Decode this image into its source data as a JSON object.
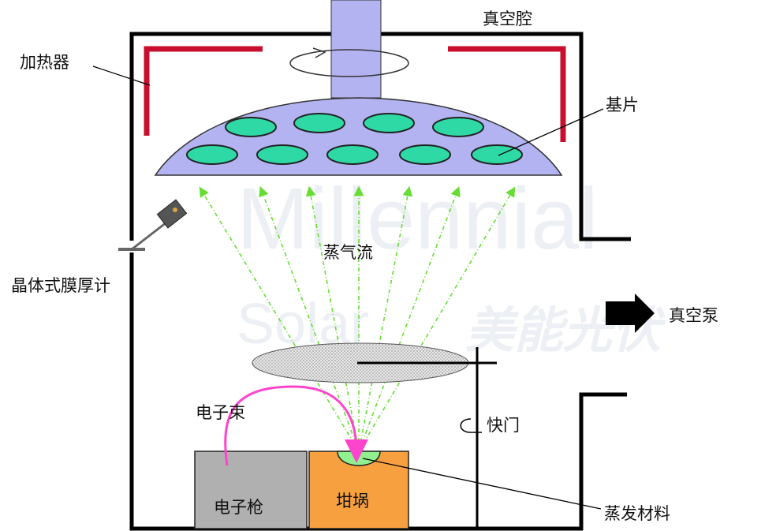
{
  "labels": {
    "vacuum_chamber": "真空腔",
    "heater": "加热器",
    "substrate": "基片",
    "vapor_flow": "蒸气流",
    "thickness_gauge": "晶体式膜厚计",
    "vacuum_pump": "真空泵",
    "electron_beam": "电子束",
    "shutter": "快门",
    "electron_gun": "电子枪",
    "crucible": "坩埚",
    "evaporation_material": "蒸发材料"
  },
  "watermark": {
    "line1": "Millennial",
    "line2": "Solar",
    "cn": "美能光伏"
  },
  "colors": {
    "heater": "#c8102e",
    "substrate_holder": "#b3b3f2",
    "substrate": "#2fd9a6",
    "vapor": "#66dd33",
    "electron_beam": "#ff44cc",
    "gun": "#b0b0b0",
    "crucible": "#f7a040",
    "material": "#90f090",
    "shutter": "#d9d9d9"
  }
}
